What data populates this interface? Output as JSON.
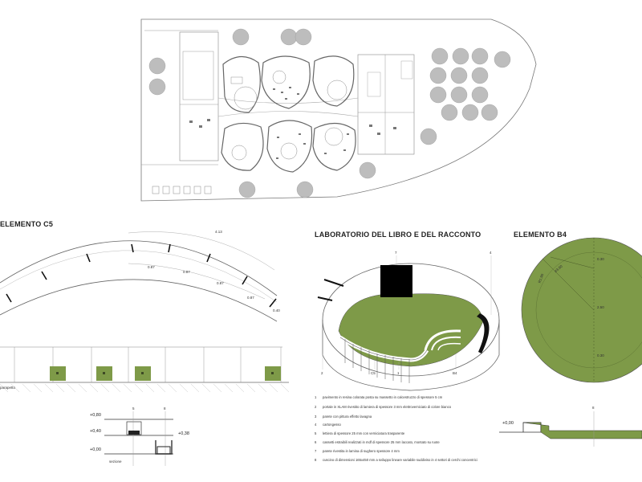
{
  "titles": {
    "c5": "ELEMENTO C5",
    "lab": "LABORATORIO DEL LIBRO E DEL RACCONTO",
    "b4": "ELEMENTO B4"
  },
  "colors": {
    "green": "#7e9a48",
    "line": "#555555",
    "light": "#cfcfcf",
    "tree": "#9a9a9a"
  },
  "c5": {
    "parapet_label": "parapetto",
    "section_label": "sezione",
    "levels": [
      "+0,80",
      "+0,40",
      "+0,00",
      "+0,38"
    ],
    "col_labels": [
      "5",
      "8"
    ],
    "dims": [
      "4.13",
      "0.87",
      "0.87",
      "0.87",
      "0.87",
      "0.40"
    ]
  },
  "lab": {
    "markers": [
      "7",
      "4",
      "2",
      "C5",
      "1",
      "B4"
    ],
    "legend": [
      {
        "n": "1",
        "t": "pavimento in resina colorata posta su massetto in calcestruzzo di spessore 5 cm"
      },
      {
        "n": "2",
        "t": "portale in XLAM rivestito di lamiera di spessore 3 mm elettroverniciato di colore bianco"
      },
      {
        "n": "3",
        "t": "parete con pittura effetto lavagna"
      },
      {
        "n": "4",
        "t": "cartongesso"
      },
      {
        "n": "5",
        "t": "lettiera di spessore 25 mm con verniciatura trasparente"
      },
      {
        "n": "6",
        "t": "cassetti estraibili realizzati in mdf di spessore 25 mm laccato, montato su ruote"
      },
      {
        "n": "7",
        "t": "parete rivestita in lamina di sughero spessore 4 mm"
      },
      {
        "n": "8",
        "t": "cuscino di dimensioni 165x450 mm a sviluppo lineare variabile suddiviso in 4 settori di cerchi concentrici"
      }
    ]
  },
  "b4": {
    "dims": [
      "R1.90",
      "ø3.80",
      "0.30",
      "0.30",
      "2.50"
    ],
    "levels": [
      "+0,00"
    ],
    "section_marker": "8"
  }
}
